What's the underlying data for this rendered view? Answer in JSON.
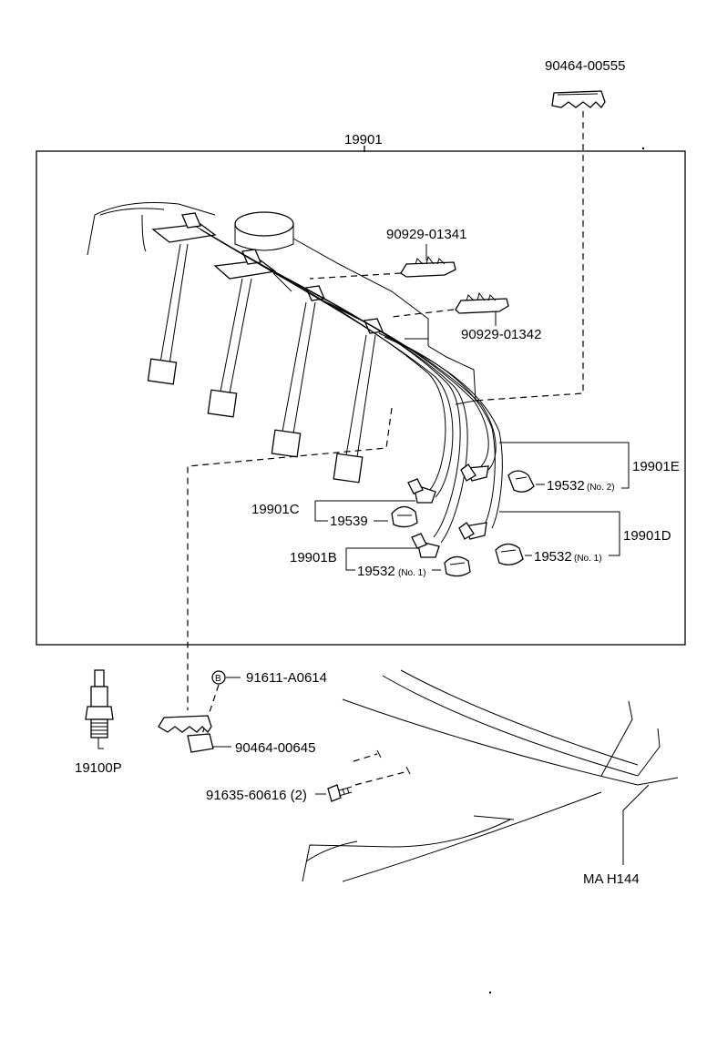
{
  "parts": {
    "clamp_top": "90464-00555",
    "wire_set": "19901",
    "clamp_a": "90929-01341",
    "clamp_b": "90929-01342",
    "wire_e": "19901E",
    "boot_no2": "19532",
    "boot_no2_note": "(No. 2)",
    "wire_c": "19901C",
    "boot_c": "19539",
    "wire_d": "19901D",
    "boot_no1_right": "19532",
    "boot_no1_right_note": "(No. 1)",
    "wire_b": "19901B",
    "boot_no1_left": "19532",
    "boot_no1_left_note": "(No. 1)",
    "bolt_marker": "B",
    "bolt_b": "91611-A0614",
    "clamp_bottom": "90464-00645",
    "bolt_2": "91635-60616 (2)",
    "spark_plug": "19100P",
    "drawing_code": "MA H144"
  }
}
